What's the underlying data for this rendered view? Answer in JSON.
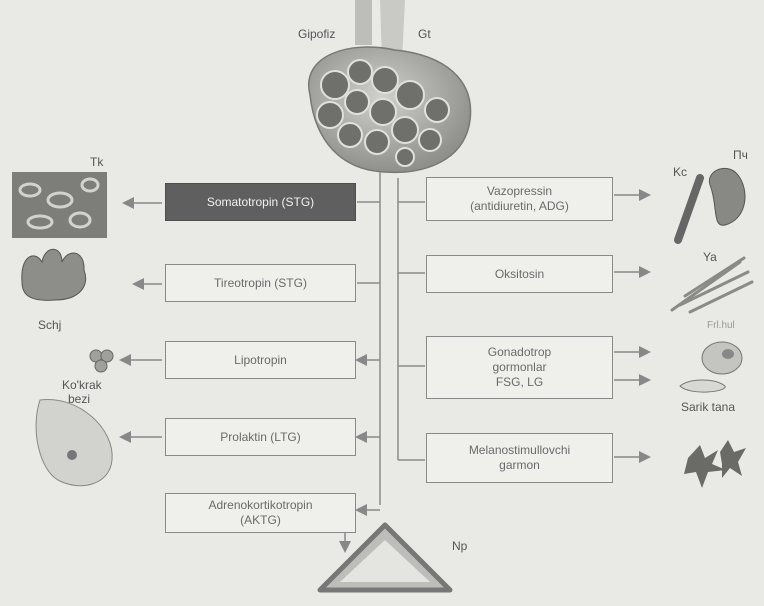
{
  "labels": {
    "gipofiz": "Gipofiz",
    "gt": "Gt",
    "tk": "Tk",
    "schj": "Schj",
    "kokrak_line1": "Ko'krak",
    "kokrak_line2": "bezi",
    "np": "Np",
    "kc": "Kc",
    "pch": "Пч",
    "ya": "Ya",
    "fruhul": "Frl.hul",
    "sarik_tana": "Sarik tana"
  },
  "left_boxes": {
    "somatotropin": "Somatotropin (STG)",
    "tireotropin": "Tireotropin (STG)",
    "lipotropin": "Lipotropin",
    "prolaktin": "Prolaktin (LTG)",
    "adreno_line1": "Adrenokortikotropin",
    "adreno_line2": "(AKTG)"
  },
  "right_boxes": {
    "vazopressin_line1": "Vazopressin",
    "vazopressin_line2": "(antidiuretin, ADG)",
    "oksitosin": "Oksitosin",
    "gonadotrop_line1": "Gonadotrop",
    "gonadotrop_line2": "gormonlar",
    "gonadotrop_line3": "FSG, LG",
    "melano_line1": "Melanostimullovchi",
    "melano_line2": "garmon"
  }
}
